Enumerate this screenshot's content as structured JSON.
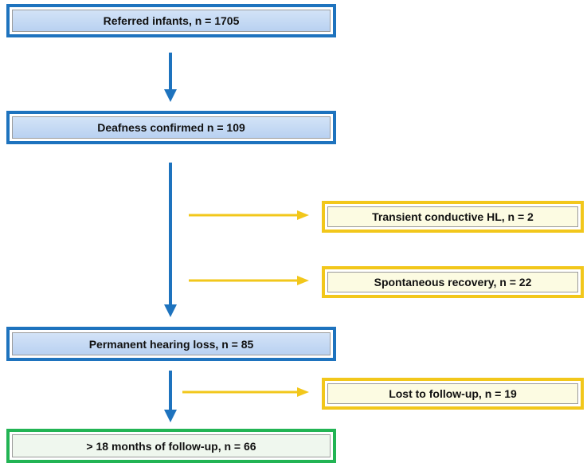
{
  "boxes": {
    "referred": "Referred infants, n = 1705",
    "confirmed": "Deafness confirmed n = 109",
    "transient": "Transient conductive HL, n = 2",
    "recovery": "Spontaneous recovery, n = 22",
    "permanent": "Permanent hearing loss, n  = 85",
    "lost": "Lost to follow-up, n = 19",
    "followup": "> 18 months of follow-up, n = 66"
  },
  "colors": {
    "main_arrow": "#1e73be",
    "side_arrow": "#f2c71b",
    "main_box_border": "#1e73be",
    "side_box_border": "#f2c71b",
    "final_box_border": "#22b454"
  }
}
